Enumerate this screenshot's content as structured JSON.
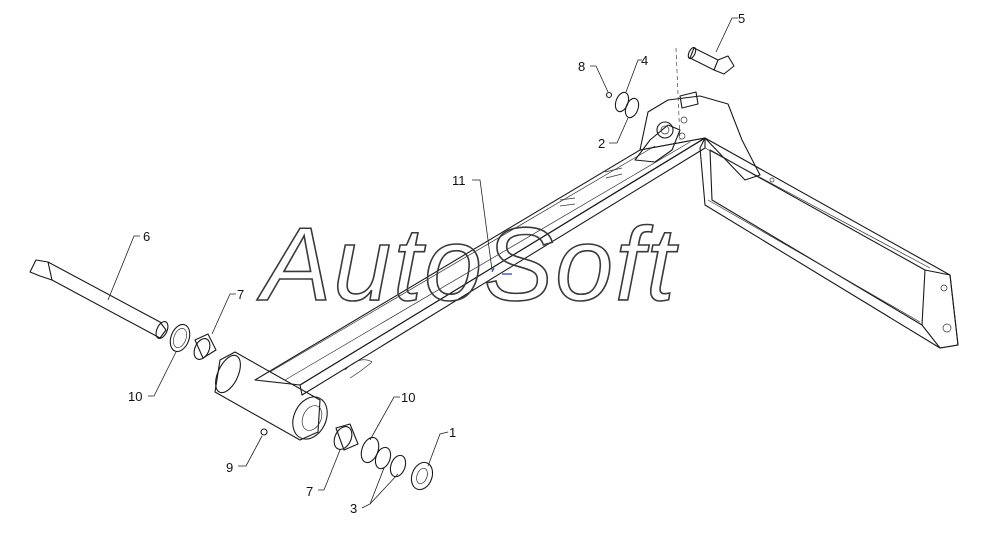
{
  "watermark": "AutoSoft",
  "callouts": {
    "c1": "1",
    "c2": "2",
    "c3": "3",
    "c4": "4",
    "c5": "5",
    "c6": "6",
    "c7a": "7",
    "c7b": "7",
    "c8": "8",
    "c9": "9",
    "c10a": "10",
    "c10b": "10",
    "c11": "11"
  },
  "colors": {
    "line": "#1a1a1a",
    "background": "#ffffff",
    "accent": "#2a3bd8"
  }
}
